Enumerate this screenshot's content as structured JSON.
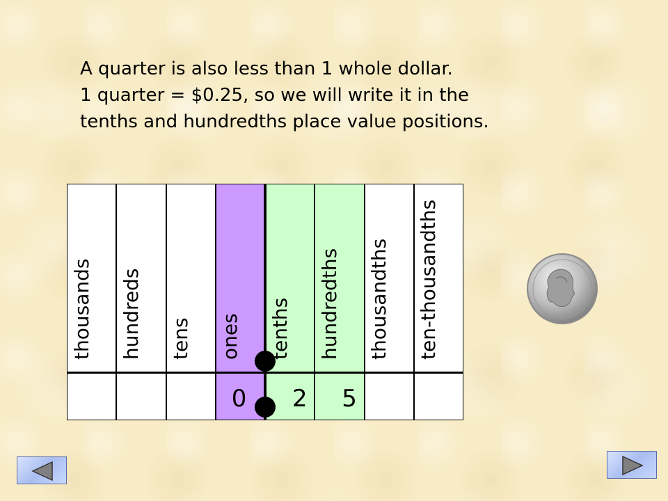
{
  "slide": {
    "lines": [
      "A quarter is also less than 1 whole dollar.",
      "1 quarter = $0.25, so we will write it in the",
      "tenths and hundredths place value positions."
    ]
  },
  "place_value_table": {
    "columns": [
      {
        "label": "thousands",
        "digit": ""
      },
      {
        "label": "hundreds",
        "digit": ""
      },
      {
        "label": "tens",
        "digit": ""
      },
      {
        "label": "ones",
        "digit": "0"
      },
      {
        "label": "tenths",
        "digit": "2"
      },
      {
        "label": "hundredths",
        "digit": "5"
      },
      {
        "label": "thousandths",
        "digit": ""
      },
      {
        "label": "ten-thousandths",
        "digit": ""
      }
    ],
    "colors": {
      "ones": "#cc99ff",
      "decimal": "#ccffcc",
      "default": "#ffffff",
      "border": "#000000"
    }
  },
  "coin": {
    "icon": "quarter-coin-icon"
  },
  "navigation": {
    "prev_icon": "left-triangle-icon",
    "next_icon": "right-triangle-icon"
  }
}
